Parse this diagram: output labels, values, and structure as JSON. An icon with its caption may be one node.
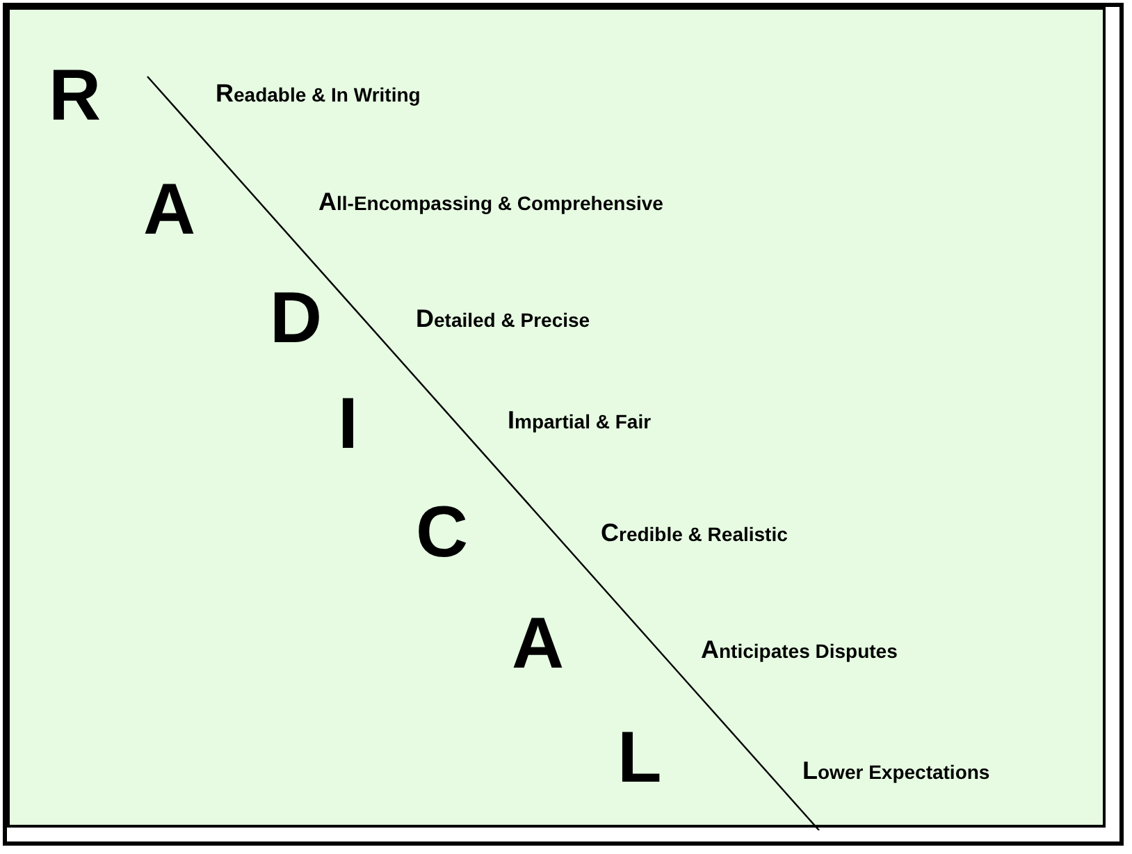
{
  "diagram": {
    "labels": [
      "R",
      "Readable & In Writing",
      "A",
      "All-Encompassing & Comprehensive",
      "D",
      "Detailed & Precise",
      "I",
      "Impartial & Fair",
      "C",
      "Credible & Realistic",
      "A",
      "Anticipates Disputes",
      "L",
      "Lower Expectations"
    ]
  }
}
